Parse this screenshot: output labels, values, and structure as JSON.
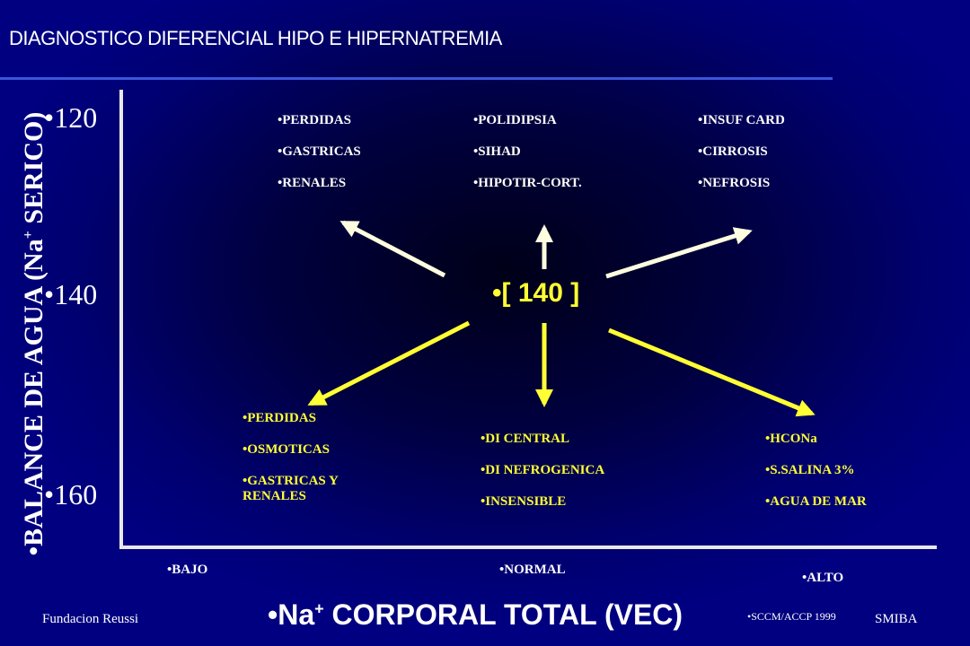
{
  "title": "DIAGNOSTICO DIFERENCIAL HIPO E HIPERNATREMIA",
  "y_axis": {
    "bullet": "•",
    "label_main": "BALANCE DE AGUA (Na",
    "label_sup": "+",
    "label_end": " SERICO)",
    "ticks": [
      "•120",
      "•140",
      "•160"
    ]
  },
  "center": "•[ 140 ]",
  "groups": {
    "top_left": [
      "•PERDIDAS",
      "•GASTRICAS",
      "•RENALES"
    ],
    "top_center": [
      "•POLIDIPSIA",
      "•SIHAD",
      "•HIPOTIR-CORT."
    ],
    "top_right": [
      "•INSUF CARD",
      "•CIRROSIS",
      "•NEFROSIS"
    ],
    "bottom_left": [
      "•PERDIDAS",
      "•OSMOTICAS",
      "•GASTRICAS Y RENALES"
    ],
    "bottom_center": [
      "•DI CENTRAL",
      "•DI NEFROGENICA",
      "•INSENSIBLE"
    ],
    "bottom_right": [
      "•HCONa",
      "•S.SALINA 3%",
      "•AGUA DE MAR"
    ]
  },
  "x_axis": {
    "categories": [
      "•BAJO",
      "•NORMAL",
      "•ALTO"
    ],
    "label_pre": "•Na",
    "label_sup": "+",
    "label_post": " CORPORAL TOTAL (VEC)"
  },
  "footer": {
    "left": "Fundacion Reussi",
    "citation": "•SCCM/ACCP 1999",
    "right": "SMIBA"
  },
  "colors": {
    "background": "#000080",
    "hypo_arrows": "#fffde0",
    "hyper_arrows": "#ffff33",
    "title_rule": "#3a55d8"
  }
}
